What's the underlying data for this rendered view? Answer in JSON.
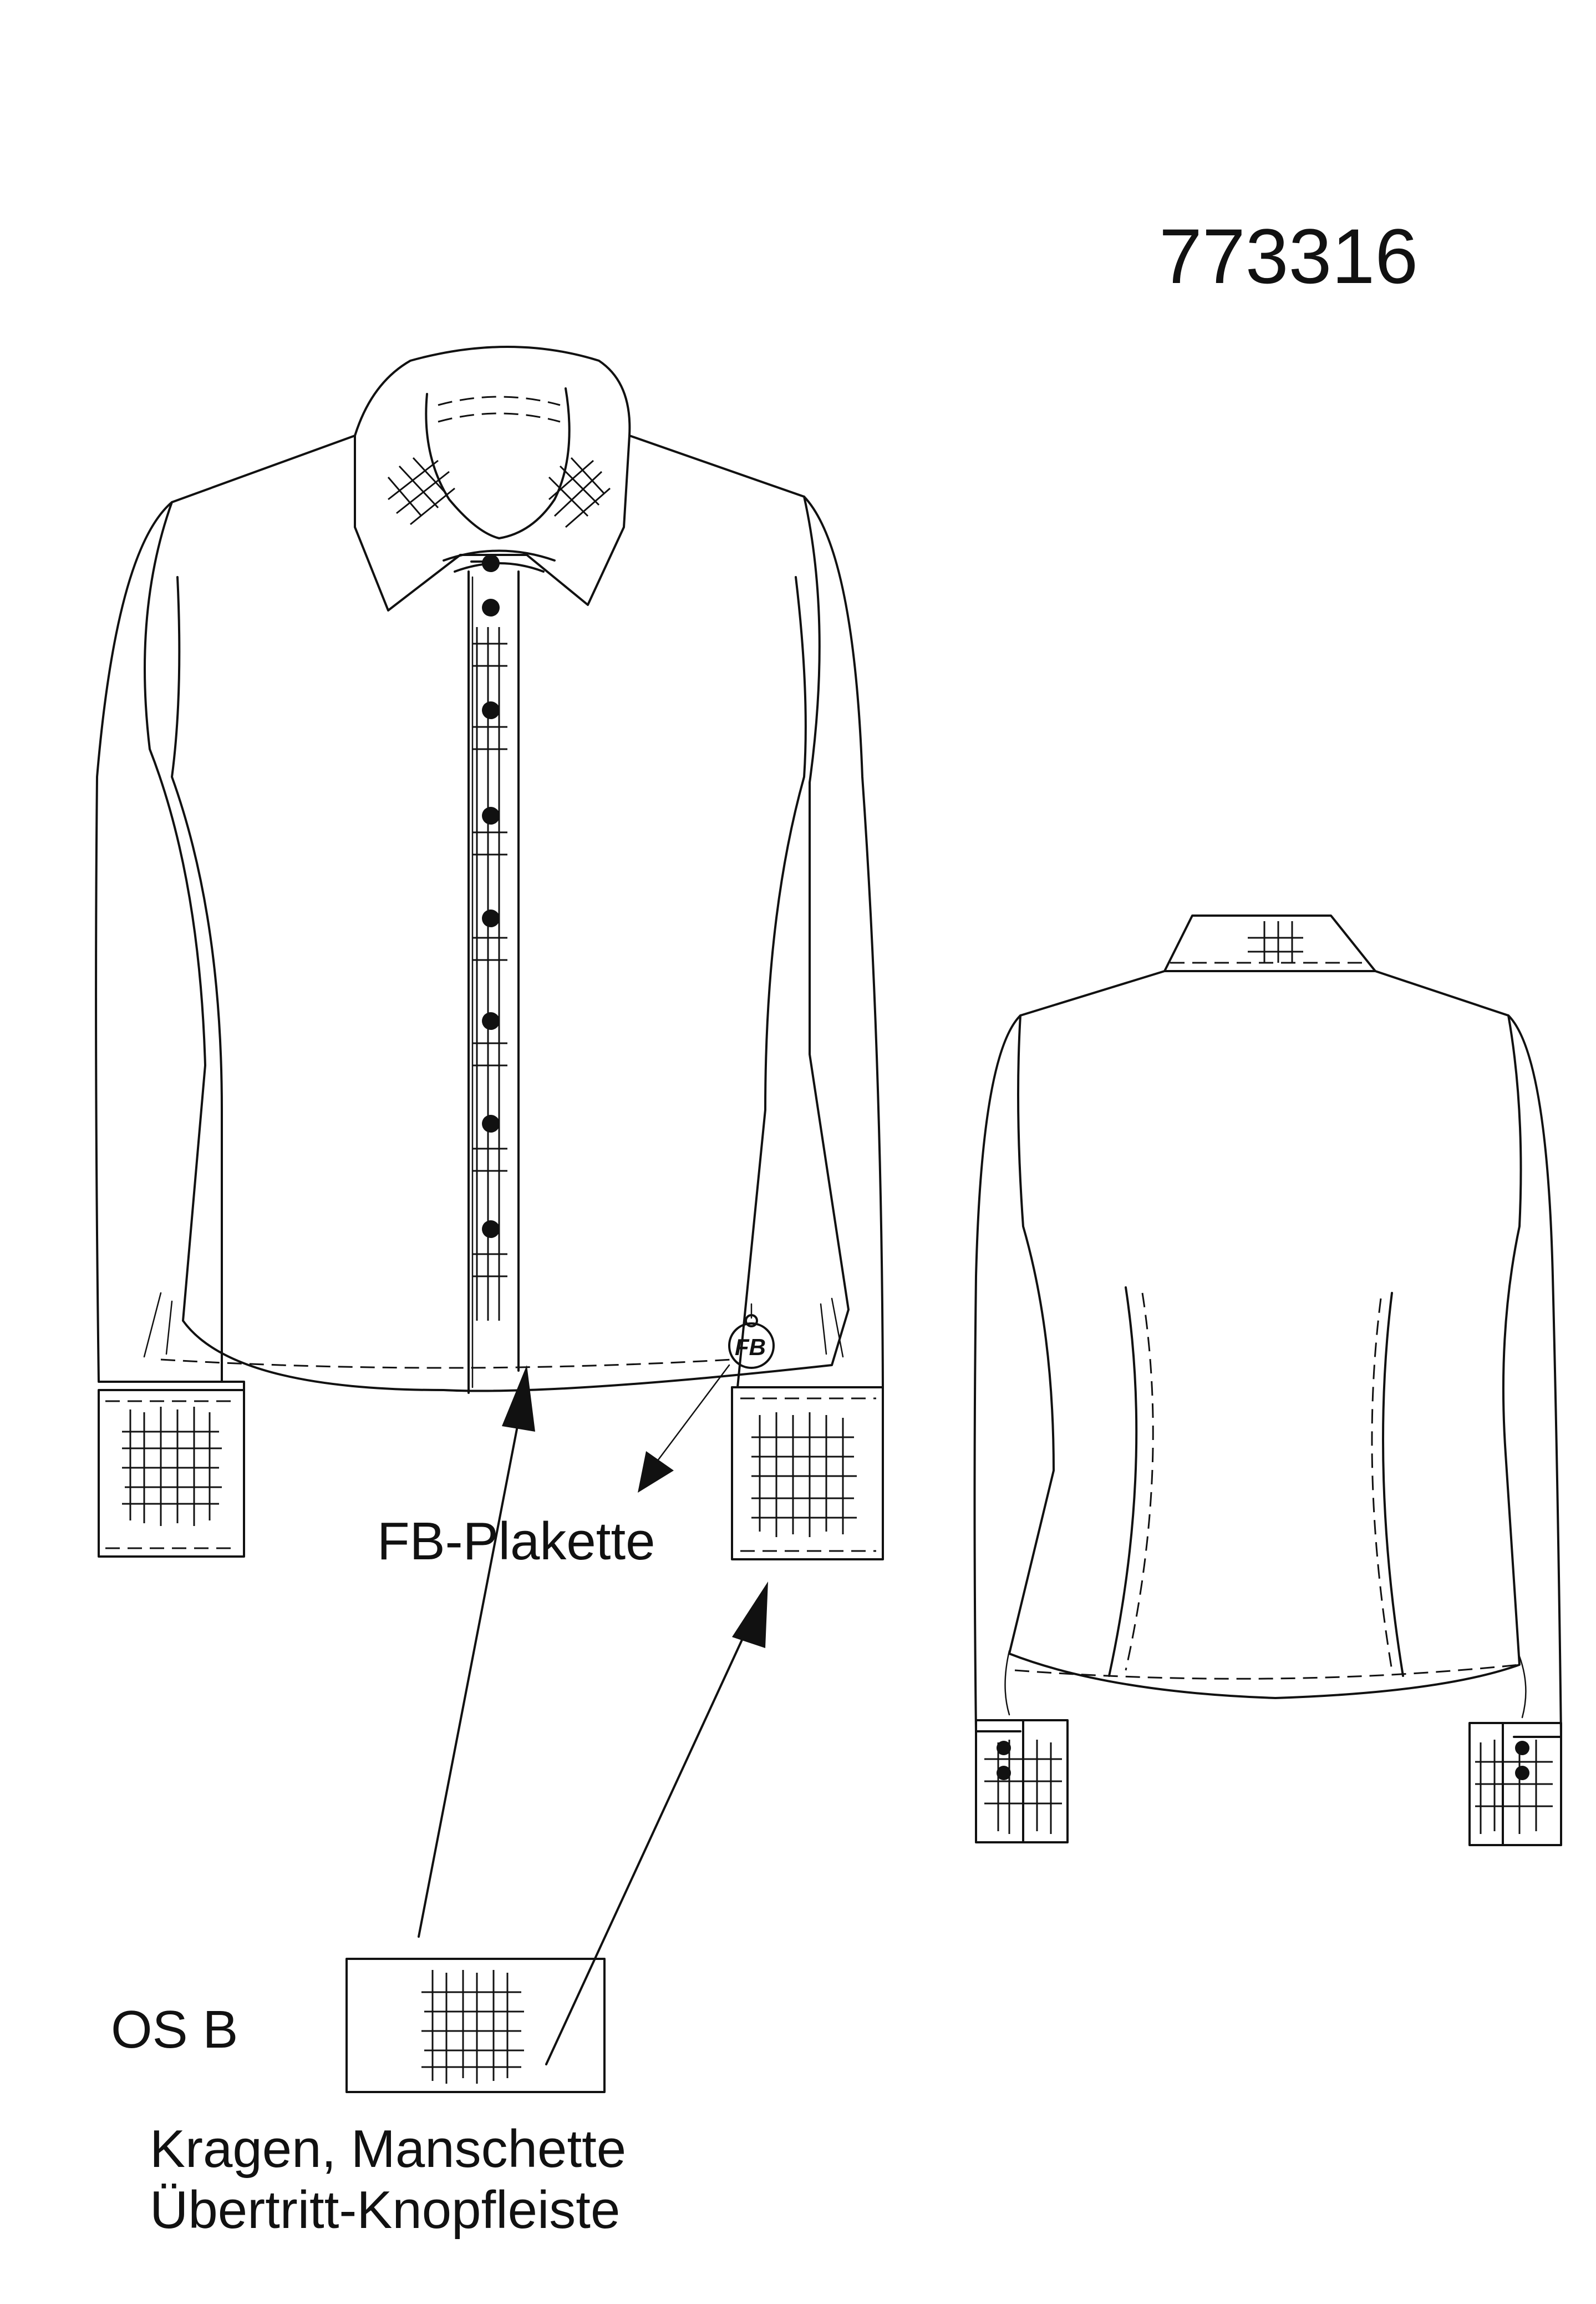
{
  "style_number": "773316",
  "labels": {
    "plakette": "FB-Plakette",
    "material_code": "OS B",
    "usage_line1": "Kragen, Manschette",
    "usage_line2": "Übertritt-Knopfleiste",
    "logo_text": "FB"
  },
  "colors": {
    "ink": "#111111",
    "paper": "#ffffff"
  }
}
